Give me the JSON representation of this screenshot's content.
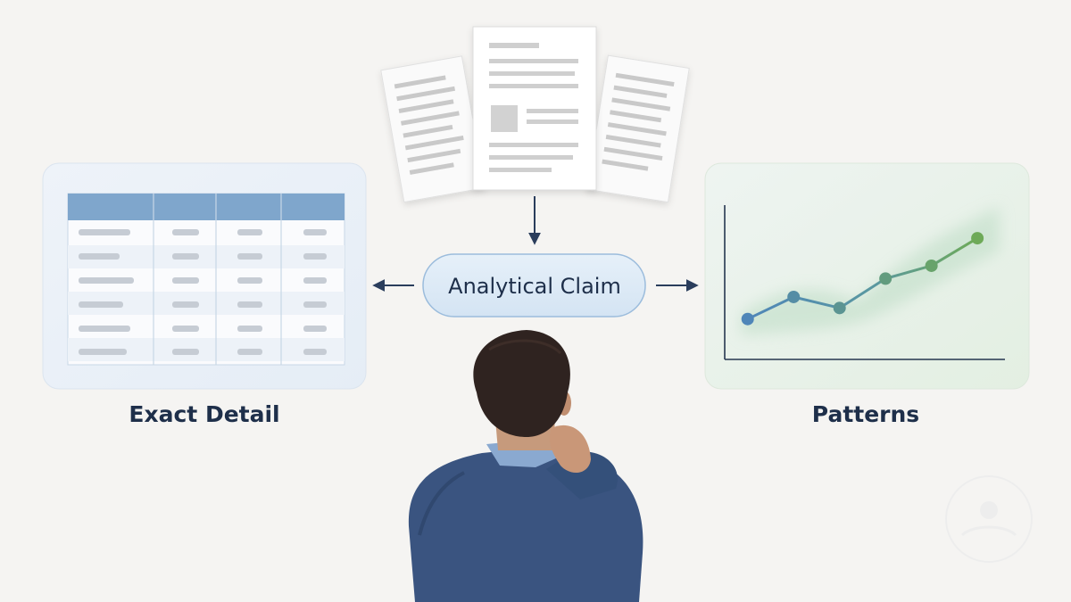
{
  "claim": {
    "label": "Analytical Claim"
  },
  "left_panel": {
    "caption": "Exact Detail"
  },
  "right_panel": {
    "caption": "Patterns"
  },
  "chart_data": {
    "type": "line",
    "x": [
      1,
      2,
      3,
      4,
      5,
      6
    ],
    "y": [
      1.0,
      2.2,
      1.6,
      3.2,
      3.9,
      5.4
    ],
    "xlim": [
      0.5,
      6.6
    ],
    "ylim": [
      -1.2,
      7.2
    ],
    "grid": false,
    "title": "",
    "xlabel": "",
    "ylabel": ""
  },
  "colors": {
    "background": "#f5f4f2",
    "text": "#1e2f4a",
    "table_header": "#7fa6cc",
    "claim_fill": "#dce9f6",
    "claim_stroke": "#9bbcdc",
    "line_blue": "#4f86b8",
    "line_green": "#6eaa58",
    "sweater": "#3a5480"
  }
}
